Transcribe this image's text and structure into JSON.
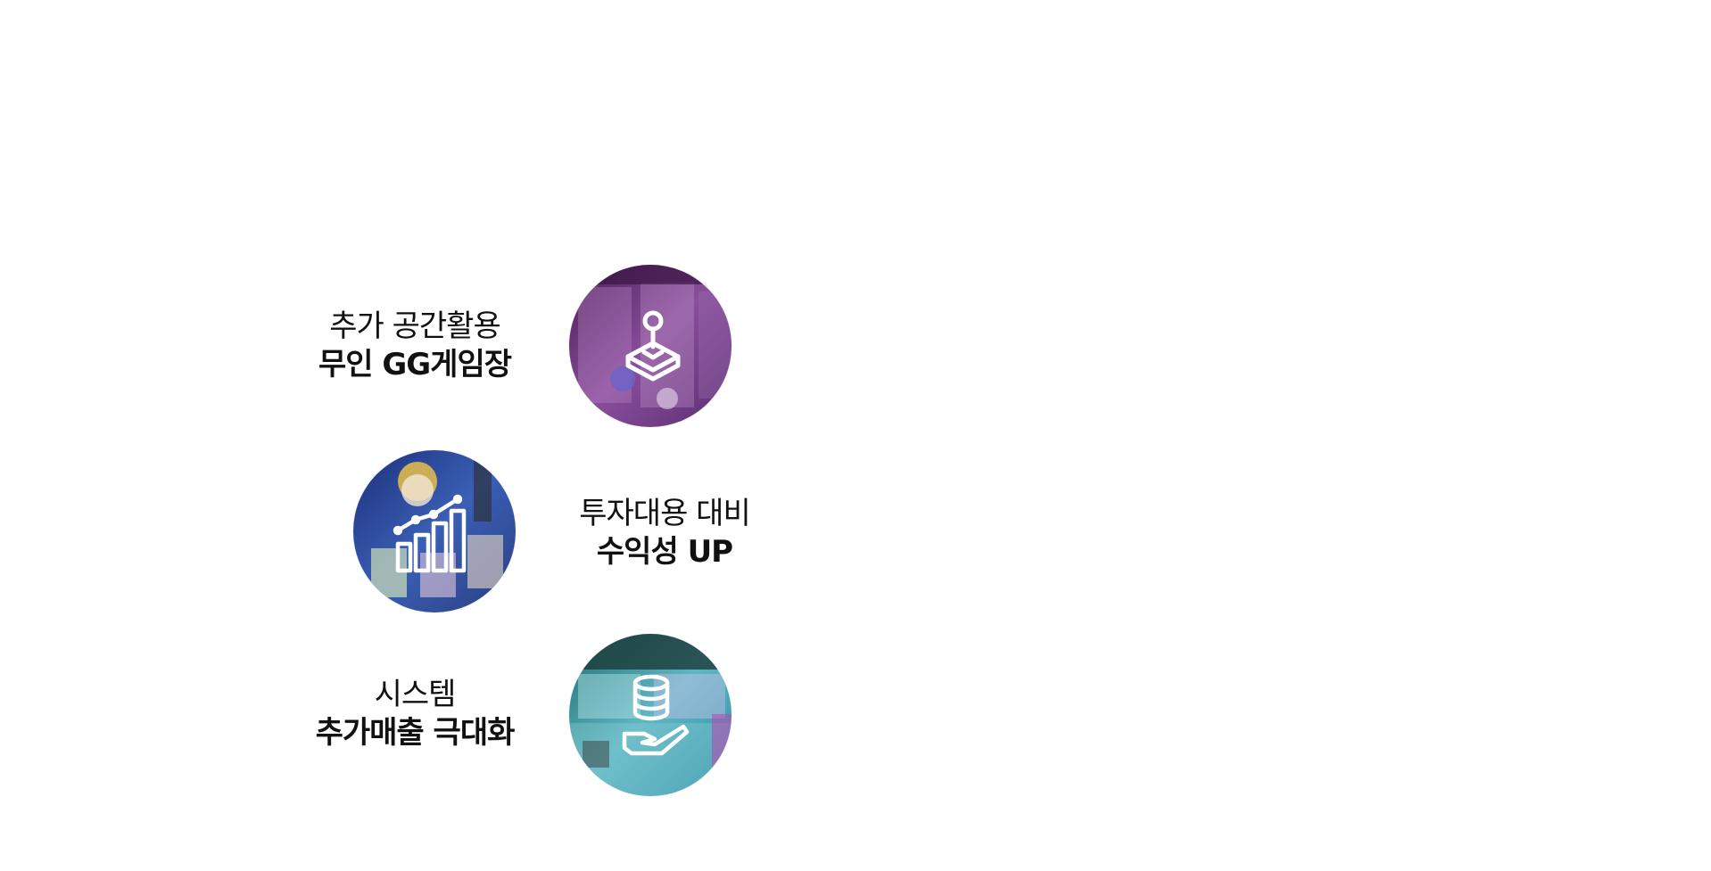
{
  "features": [
    {
      "line1": "추가 공간활용",
      "line2": "무인 GG게임장",
      "icon": "joystick-icon",
      "tint": "#7a3f8f"
    },
    {
      "line1": "투자대용 대비",
      "line2": "수익성 UP",
      "icon": "growth-chart-icon",
      "tint": "#2d4fa8"
    },
    {
      "line1": "시스템",
      "line2": "추가매출 극대화",
      "icon": "coin-stack-hand-icon",
      "tint": "#2fa3a8"
    }
  ]
}
